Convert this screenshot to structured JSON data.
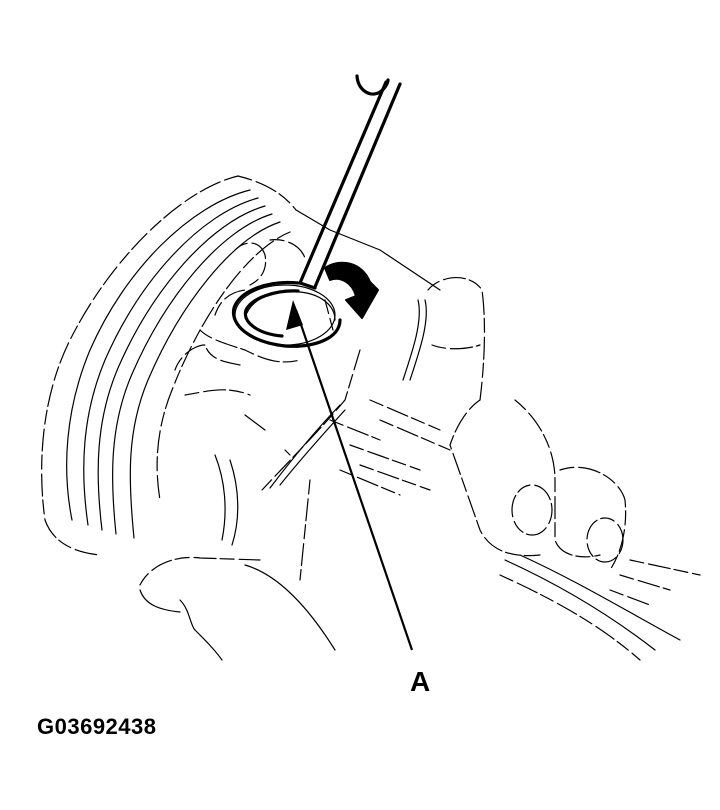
{
  "figure": {
    "subject": "Piston pin snap ring removal",
    "id_label": "G03692438",
    "callouts": [
      {
        "key": "A",
        "label": "A",
        "target": "snap-ring"
      }
    ],
    "colors": {
      "line": "#000000",
      "background": "#ffffff"
    }
  }
}
